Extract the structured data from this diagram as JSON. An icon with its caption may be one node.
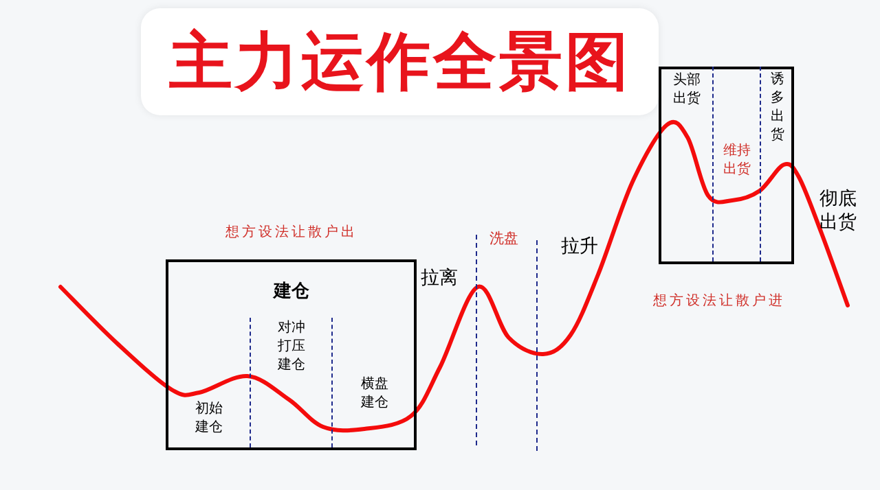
{
  "diagram": {
    "title": "主力运作全景图",
    "nodes": [
      {
        "text": [
          "建仓"
        ]
      },
      {
        "text": [
          "初始建仓"
        ],
        "in": 0
      },
      {
        "text": [
          "对冲打压建仓"
        ],
        "in": 0
      },
      {
        "text": [
          "横盘建仓"
        ],
        "in": 0
      },
      {
        "text": [],
        "shape": "box"
      },
      {
        "text": [
          "头部出货"
        ],
        "in": 4
      },
      {
        "text": [
          "维持出货"
        ],
        "in": 4
      },
      {
        "text": [
          "诱多出货"
        ],
        "in": 4
      }
    ],
    "edges": [],
    "labels": [
      "想方设法让散户出",
      "拉离",
      "洗盘",
      "拉升",
      "彻底出货",
      "想方设法让散户进"
    ]
  }
}
